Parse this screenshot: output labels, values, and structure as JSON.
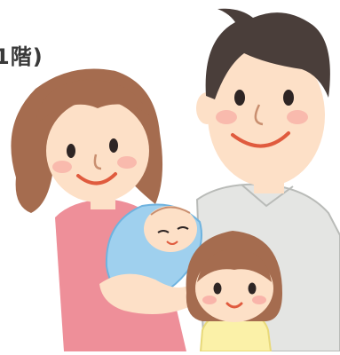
{
  "caption": {
    "text": "1階)"
  },
  "colors": {
    "background": "#ffffff",
    "skin": "#fde0c7",
    "mother_hair": "#a56c4f",
    "father_hair": "#4a3e3a",
    "mother_top": "#ee8f99",
    "father_shirt": "#e4e5e3",
    "baby_blanket": "#9fd0ee",
    "girl_dress": "#fbf1a8",
    "cheek": "#f7a9a2",
    "mouth": "#e05b3e"
  },
  "icons": [
    "mother-illustration",
    "father-illustration",
    "baby-illustration",
    "girl-illustration"
  ]
}
